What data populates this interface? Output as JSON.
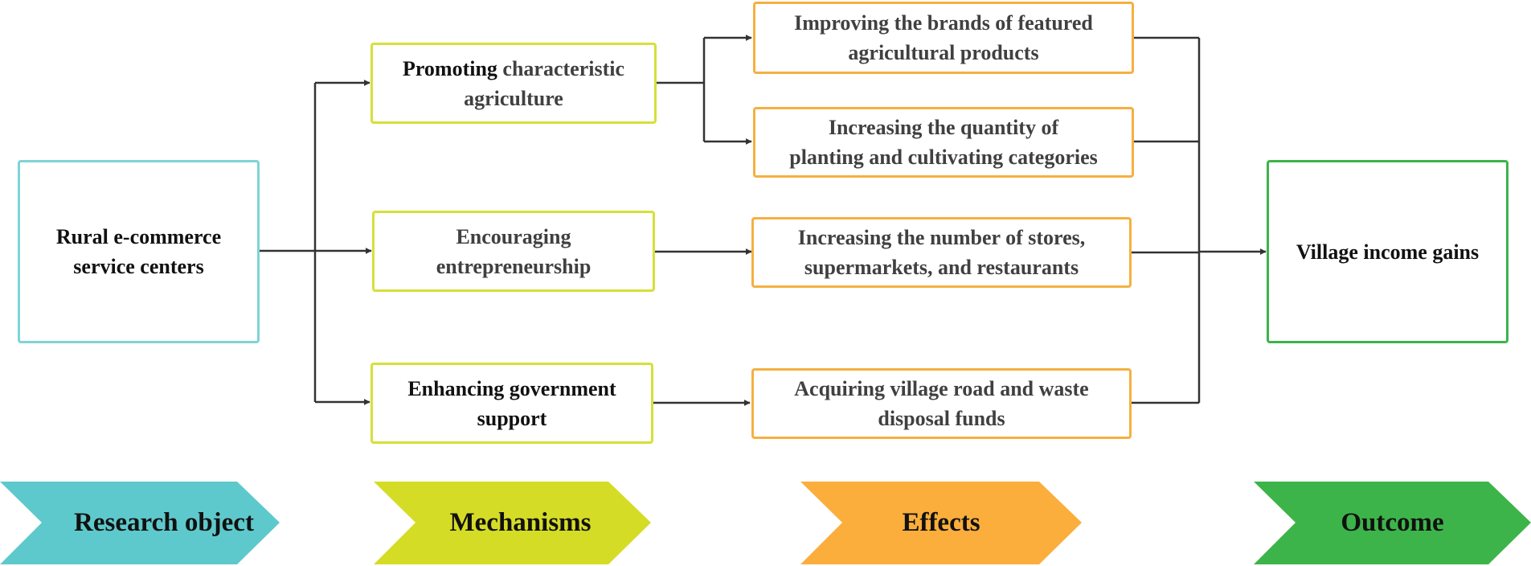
{
  "research_object": {
    "line1": "Rural e-commerce",
    "line2": "service centers"
  },
  "mechanisms": {
    "m1": {
      "bold": "Promoting",
      "rest": " characteristic",
      "line2": "agriculture"
    },
    "m2": {
      "line1": "Encouraging",
      "line2": "entrepreneurship"
    },
    "m3": {
      "line1": "Enhancing government",
      "line2": "support"
    }
  },
  "effects": {
    "e1": {
      "line1": "Improving the brands of featured",
      "line2": "agricultural products"
    },
    "e2": {
      "line1": "Increasing the quantity of",
      "line2": "planting and cultivating categories"
    },
    "e3": {
      "line1": "Increasing the number of stores,",
      "line2": "supermarkets, and restaurants"
    },
    "e4": {
      "line1": "Acquiring village road and waste",
      "line2": "disposal funds"
    }
  },
  "outcome": {
    "label": "Village income gains"
  },
  "stages": {
    "research_object": "Research object",
    "mechanisms": "Mechanisms",
    "effects": "Effects",
    "outcome": "Outcome"
  },
  "colors": {
    "teal": "#5ec9cc",
    "yellow_green": "#d5dc25",
    "orange": "#fbae3c",
    "green": "#3db449",
    "connector": "#333333"
  }
}
